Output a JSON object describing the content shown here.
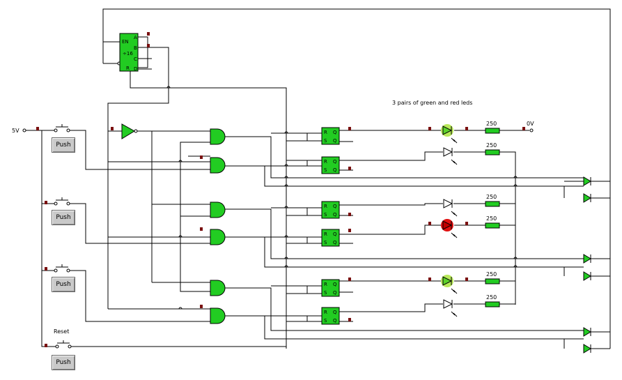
{
  "labels": {
    "supply": "5V",
    "ground": "0V",
    "title": "3 pairs of green and red leds",
    "reset": "Reset"
  },
  "counter": {
    "en": "EN",
    "div": "÷16",
    "r": "R",
    "a": "A",
    "b": "B",
    "c": "C",
    "d": "D"
  },
  "latch": {
    "r": "R",
    "s": "S",
    "q": "Q",
    "qbar": "Q"
  },
  "push_buttons": [
    "Push",
    "Push",
    "Push",
    "Push"
  ],
  "resistors": [
    "250",
    "250",
    "250",
    "250",
    "250",
    "250"
  ],
  "colors": {
    "wire": "#000000",
    "component_fill": "#22cc22",
    "led_green_lit": "#b8e85a",
    "led_red_lit": "#e01010",
    "probe": "#7a1010"
  }
}
